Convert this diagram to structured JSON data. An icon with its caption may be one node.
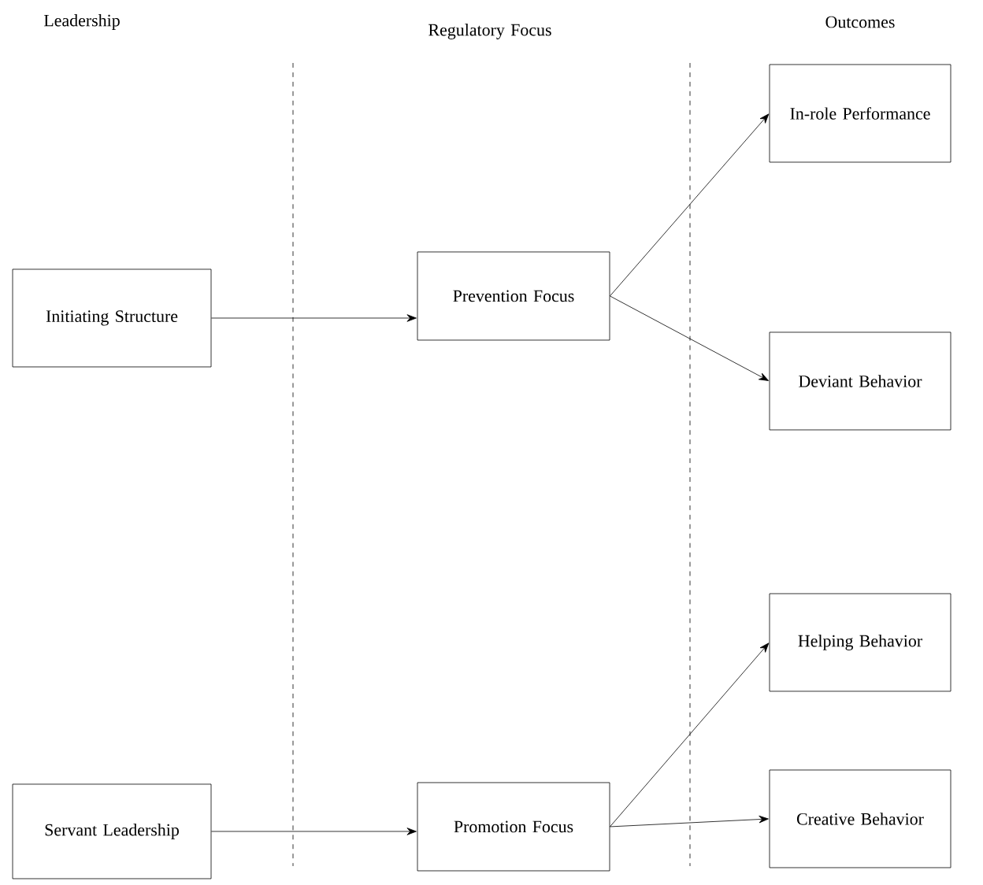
{
  "diagram": {
    "nodes": [
      {
        "text": [
          "Initiating Structure"
        ]
      },
      {
        "text": [
          "Servant Leadership"
        ]
      },
      {
        "text": [
          "Prevention Focus"
        ]
      },
      {
        "text": [
          "Promotion Focus"
        ]
      },
      {
        "text": [
          "In-role Performance"
        ]
      },
      {
        "text": [
          "Deviant Behavior"
        ]
      },
      {
        "text": [
          "Helping Behavior"
        ]
      },
      {
        "text": [
          "Creative Behavior"
        ]
      }
    ],
    "edges": [
      {
        "from": 0,
        "to": 2,
        "arrow": "to"
      },
      {
        "from": 1,
        "to": 3,
        "arrow": "to"
      },
      {
        "from": 2,
        "to": 4,
        "arrow": "to"
      },
      {
        "from": 2,
        "to": 5,
        "arrow": "to"
      },
      {
        "from": 3,
        "to": 6,
        "arrow": "to"
      },
      {
        "from": 3,
        "to": 7,
        "arrow": "to"
      }
    ],
    "labels": [
      "Leadership",
      "Regulatory Focus",
      "Outcomes"
    ]
  }
}
